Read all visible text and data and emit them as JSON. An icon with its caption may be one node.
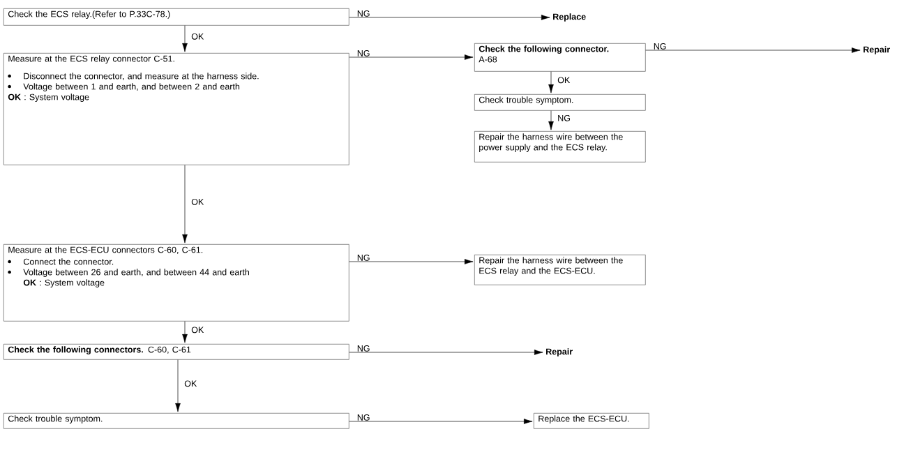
{
  "diagram": {
    "nodes": [
      {
        "text": [
          "Check the ECS relay.(Refer to P.33C-78.)"
        ]
      },
      {
        "text": [
          "Replace"
        ]
      },
      {
        "text": [
          "Measure at the ECS relay connector C-51.",
          "Disconnect the connector, and measure at the harness side.",
          "Voltage between 1 and earth, and between 2 and earth",
          "**OK** : System voltage"
        ]
      },
      {
        "text": [
          "Check the following connector.",
          "A-68"
        ]
      },
      {
        "text": [
          "Repair"
        ]
      },
      {
        "text": [
          "Check trouble symptom."
        ]
      },
      {
        "text": [
          "Repair the harness wire between the power supply and the ECS relay."
        ]
      },
      {
        "text": [
          "Measure at the ECS-ECU connectors C-60, C-61.",
          "Connect the connector.",
          "Voltage between 26 and earth, and between 44 and earth",
          "**OK** : System voltage"
        ]
      },
      {
        "text": [
          "Repair the harness wire between the ECS relay and the ECS-ECU."
        ]
      },
      {
        "text": [
          "**Check the following connectors.** C-60, C-61"
        ]
      },
      {
        "text": [
          "Repair"
        ]
      },
      {
        "text": [
          "Check trouble symptom."
        ]
      },
      {
        "text": [
          "Replace the ECS-ECU."
        ]
      }
    ],
    "edges": [
      {
        "from": 0,
        "to": 1,
        "arrow": "to",
        "label": "NG"
      },
      {
        "from": 0,
        "to": 2,
        "arrow": "to",
        "label": "OK"
      },
      {
        "from": 2,
        "to": 3,
        "arrow": "to",
        "label": "NG"
      },
      {
        "from": 3,
        "to": 4,
        "arrow": "to",
        "label": "NG"
      },
      {
        "from": 3,
        "to": 5,
        "arrow": "to",
        "label": "OK"
      },
      {
        "from": 5,
        "to": 6,
        "arrow": "to",
        "label": "NG"
      },
      {
        "from": 2,
        "to": 7,
        "arrow": "to",
        "label": "OK"
      },
      {
        "from": 7,
        "to": 8,
        "arrow": "to",
        "label": "NG"
      },
      {
        "from": 7,
        "to": 9,
        "arrow": "to",
        "label": "OK"
      },
      {
        "from": 9,
        "to": 10,
        "arrow": "to",
        "label": "NG"
      },
      {
        "from": 9,
        "to": 11,
        "arrow": "to",
        "label": "OK"
      },
      {
        "from": 11,
        "to": 12,
        "arrow": "to",
        "label": "NG"
      }
    ]
  }
}
